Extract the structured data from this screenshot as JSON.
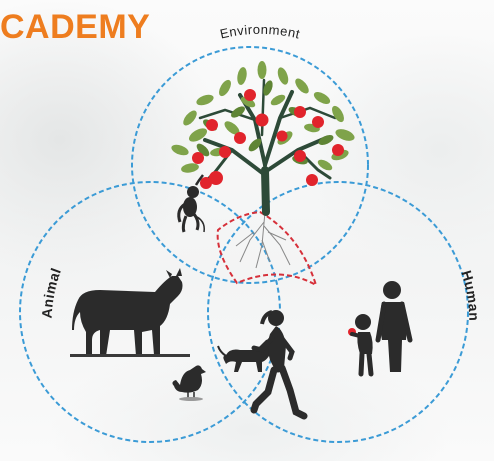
{
  "brand": {
    "text": "CADEMY",
    "color": "#ee7d1f"
  },
  "circles": {
    "environment": {
      "label": "Environment"
    },
    "animal": {
      "label": "Animal"
    },
    "human": {
      "label": "Human"
    }
  },
  "colors": {
    "circle_stroke": "#3b9bd6",
    "overlap_stroke": "#d6303a",
    "silhouette": "#2b2b2b",
    "leaf": "#7fa34a",
    "leaf_dark": "#5f8535",
    "apple": "#e1242c",
    "trunk": "#2d4a38",
    "root": "#888888"
  },
  "icons": [
    "apple-tree-icon",
    "monkey-icon",
    "cow-icon",
    "hen-icon",
    "dog-icon",
    "running-woman-icon",
    "child-icon",
    "man-icon"
  ]
}
